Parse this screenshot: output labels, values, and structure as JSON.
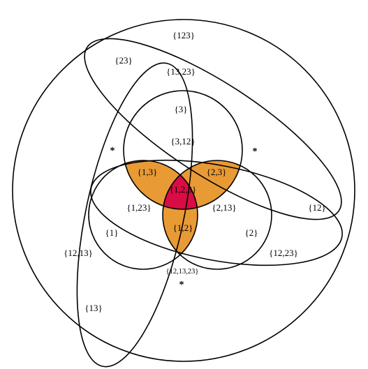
{
  "colors": {
    "outer": "#6e9334",
    "white": "#ffffff",
    "pair": "#e89a35",
    "center": "#d90c45",
    "stroke": "#000000"
  },
  "labels": {
    "r123": "{123}",
    "r23": "{23}",
    "r13_23": "{13,23}",
    "r3": "{3}",
    "r3_12": "{3,12}",
    "r1_3": "{1,3}",
    "r2_3": "{2,3}",
    "r1_2_3": "{1,2,3}",
    "r1_23": "{1,23}",
    "r2_13": "{2,13}",
    "r1_2": "{1,2}",
    "r1": "{1}",
    "r2": "{2}",
    "r12": "{12}",
    "r12_13": "{12,13}",
    "r12_23": "{12,23}",
    "r12_13_23": "{12,13,23}",
    "r13": "{13}",
    "star": "*"
  }
}
